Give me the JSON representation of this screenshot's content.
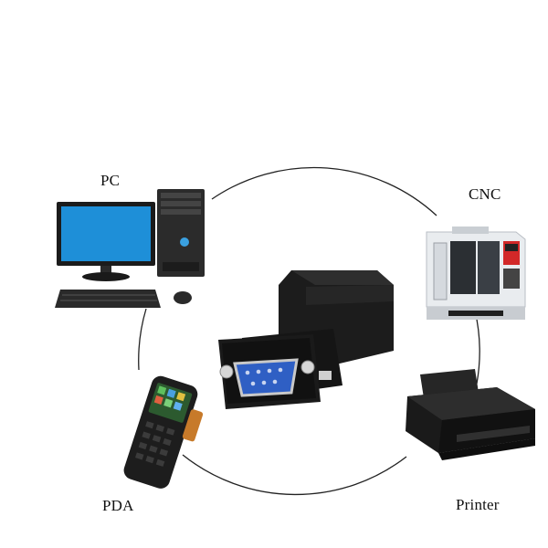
{
  "labels": {
    "pc": "PC",
    "cnc": "CNC",
    "pda": "PDA",
    "printer": "Printer"
  },
  "colors": {
    "background": "#ffffff",
    "adapter_body": "#1a1a1a",
    "db9_port": "#2f5fc4",
    "monitor_screen": "#1e8fd8",
    "ring": "#222222"
  },
  "icons": {
    "center": "rs232-db9-to-rj45-adapter-icon",
    "pc": "desktop-computer-icon",
    "cnc": "cnc-machine-icon",
    "pda": "pda-scanner-icon",
    "printer": "printer-icon"
  }
}
